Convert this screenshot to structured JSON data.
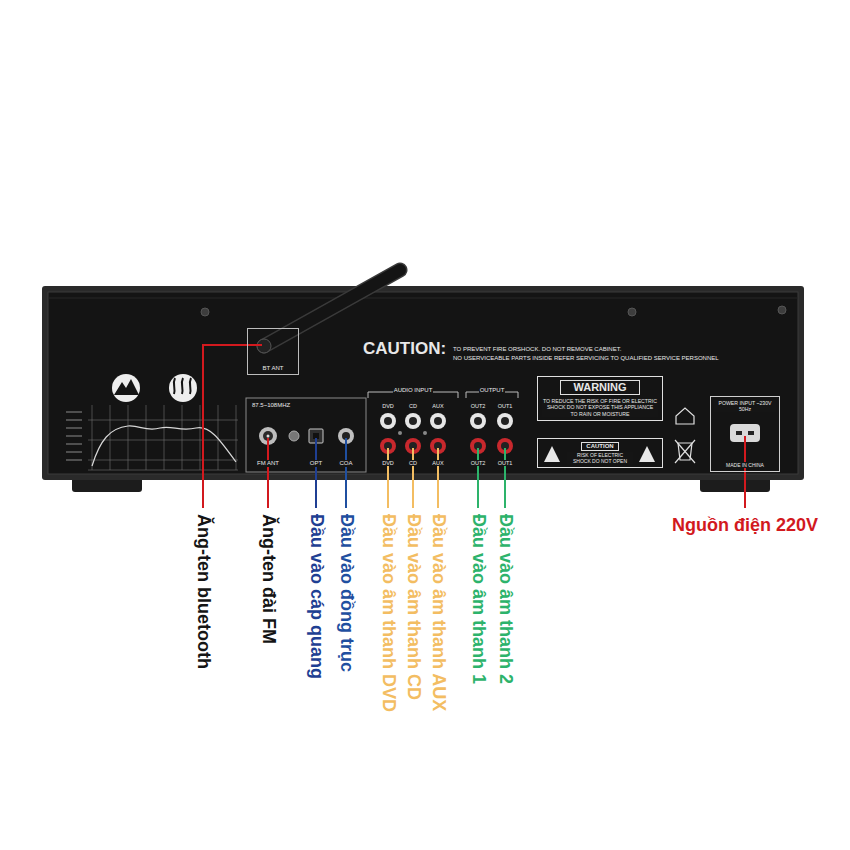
{
  "diagram": {
    "nodes": [
      {
        "text": [
          "BT ANT"
        ]
      },
      {
        "text": [
          "WARNING",
          "TO REDUCE THE RISK OF FIRE OR ELECTRIC SHOCK DO NOT EXPOSE THIS APPLIANCE TO RAIN OR MOISTURE"
        ]
      },
      {
        "text": [
          "CAUTION",
          "RISK OF ELECTRIC SHOCK DO NOT OPEN"
        ]
      },
      {
        "text": [
          "POWER INPUT ~230V 50Hz",
          "MADE IN CHINA"
        ]
      }
    ],
    "labels": [
      "CAUTION:",
      "TO PREVENT FIRE ORSHOCK. DO NOT REMOVE CABINET.",
      "NO USERVICEABLE PARTS INSIDE REFER SERVICING TO QUALIFIED SERVICE PERSONNEL",
      "87.5~108MHZ",
      "FM ANT",
      "OPT",
      "COA",
      "AUDIO INPUT",
      "DVD",
      "CD",
      "AUX",
      "DVD",
      "CD",
      "AUX",
      "OUTPUT",
      "OUT2",
      "OUT1",
      "OUT2",
      "OUT1",
      "Ăng-ten bluetooth",
      "Ăng-ten đài FM",
      "Đầu vào cáp quang",
      "Đầu vào đồng trục",
      "Đầu vào âm thanh DVD",
      "Đầu vào âm thanh CD",
      "Đầu vào âm thanh AUX",
      "Đầu vào âm thanh 1",
      "Đầu vào âm thanh 2",
      "Nguồn điện 220V"
    ]
  }
}
